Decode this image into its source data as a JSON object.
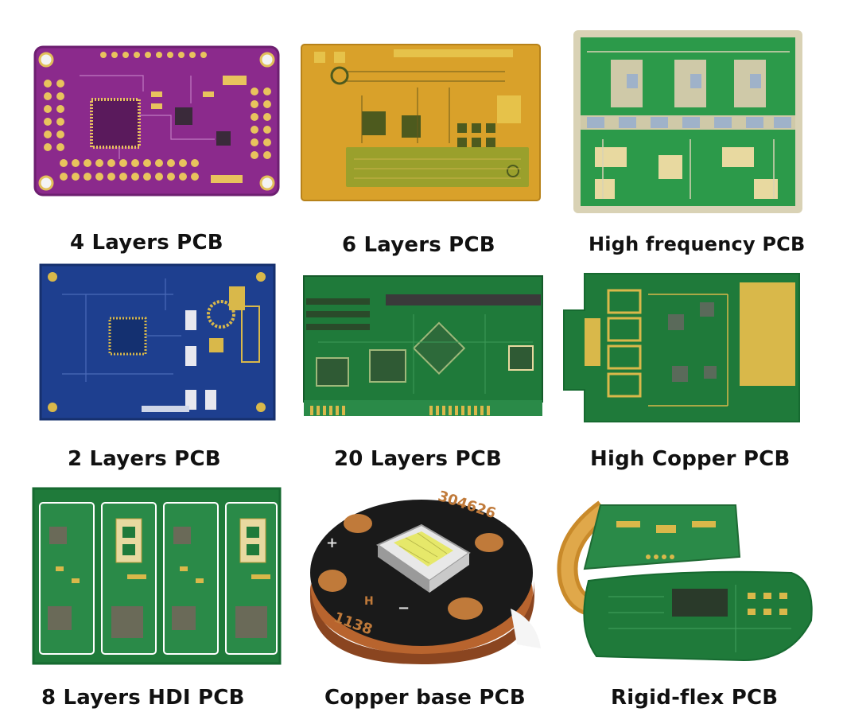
{
  "captions": {
    "c1": "4 Layers PCB",
    "c2": "6 Layers PCB",
    "c3": "High frequency PCB",
    "c4": "2 Layers PCB",
    "c5": "20 Layers PCB",
    "c6": "High Copper PCB",
    "c7": "8 Layers HDI PCB",
    "c8": "Copper base PCB",
    "c9": "Rigid-flex PCB"
  },
  "board_text": {
    "copper_id": "304626",
    "copper_code": "1138",
    "copper_plus": "+",
    "copper_minus": "−",
    "copper_mark": "H"
  },
  "colors": {
    "purple_board": "#8b2a8c",
    "gold_board": "#d9a12a",
    "rf_board": "#2c9a4a",
    "blue_board": "#1e3f8f",
    "green_board": "#1f7a3a",
    "copper": "#b8642e",
    "caption": "#111111"
  }
}
